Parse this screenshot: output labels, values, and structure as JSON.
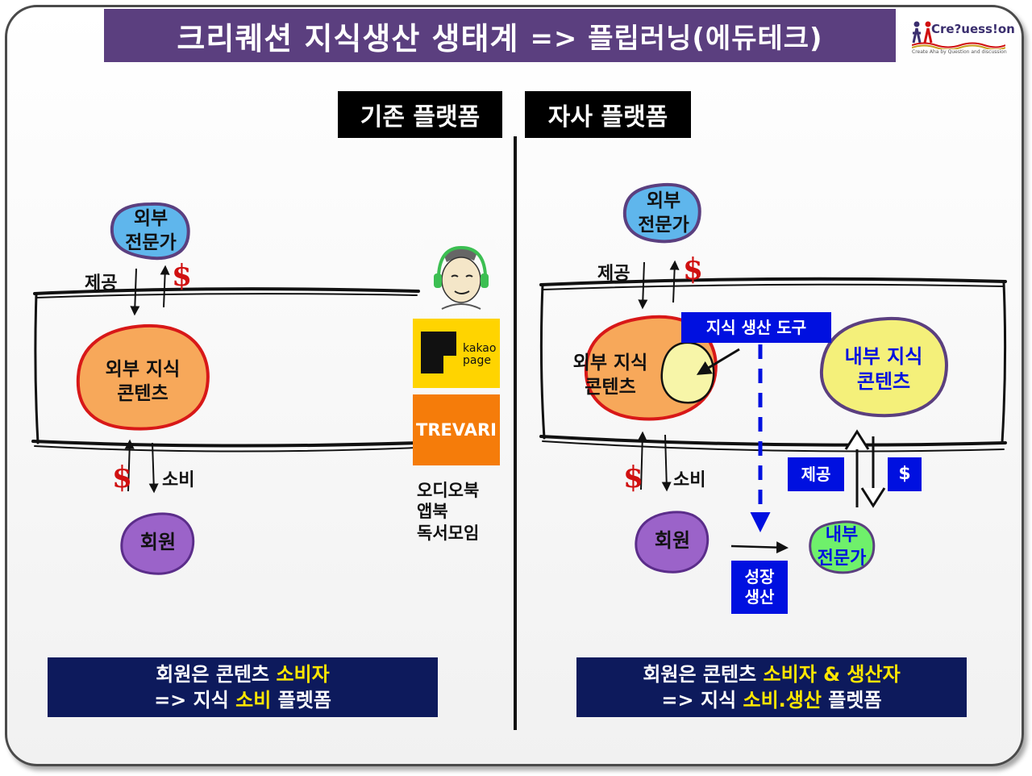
{
  "title": {
    "main": "크리퀘션 지식생산 생태계",
    "sub": "=> 플립러닝(에듀테크)"
  },
  "logo": {
    "text": "Cre?uess!on",
    "tagline": "Create Aha by Question and discussion",
    "colors": {
      "ink": "#3a2e6e",
      "red": "#d01010"
    }
  },
  "left": {
    "header": "기존 플랫폼",
    "expert": "외부\n전문가",
    "provide": "제공",
    "dollar_top": "$",
    "content": "외부 지식\n콘텐츠",
    "dollar_bottom": "$",
    "consume": "소비",
    "member": "회원",
    "brands": {
      "kakao": "kakao\npage",
      "trevari": "TREVARI",
      "audio_icon": "audiobook-avatar-icon"
    },
    "brand_list": [
      "오디오북",
      "앱북",
      "독서모임"
    ],
    "summary": {
      "line1_pre": "회원은 콘텐츠 ",
      "line1_hl": "소비자",
      "line2_pre": "=> 지식 ",
      "line2_hl": "소비",
      "line2_post": " 플렛폼"
    }
  },
  "right": {
    "header": "자사 플랫폼",
    "expert": "외부\n전문가",
    "provide": "제공",
    "dollar_top": "$",
    "tool": "지식 생산 도구",
    "content_ext": "외부 지식\n콘텐츠",
    "content_int": "내부 지식\n콘텐츠",
    "dollar_bottom": "$",
    "consume": "소비",
    "provide_tag": "제공",
    "dollar_tag": "$",
    "member": "회원",
    "growth": "성장\n생산",
    "internal_expert": "내부\n전문가",
    "summary": {
      "line1_pre": "회원은 콘텐츠 ",
      "line1_hl": "소비자 & 생산자",
      "line2_pre": "=> 지식 ",
      "line2_hl": "소비.생산",
      "line2_post": " 플렛폼"
    }
  },
  "colors": {
    "title_bg": "#5b3f7f",
    "expert_bubble": "#5fb6ec",
    "content_bubble": "#f7a85a",
    "content_border": "#d81818",
    "member_bubble": "#9b63c9",
    "internal_content": "#f4f07a",
    "internal_expert": "#6ff06b",
    "blue_tag": "#0010e0",
    "summary_bg": "#0d1a5c",
    "highlight": "#ffe600"
  }
}
